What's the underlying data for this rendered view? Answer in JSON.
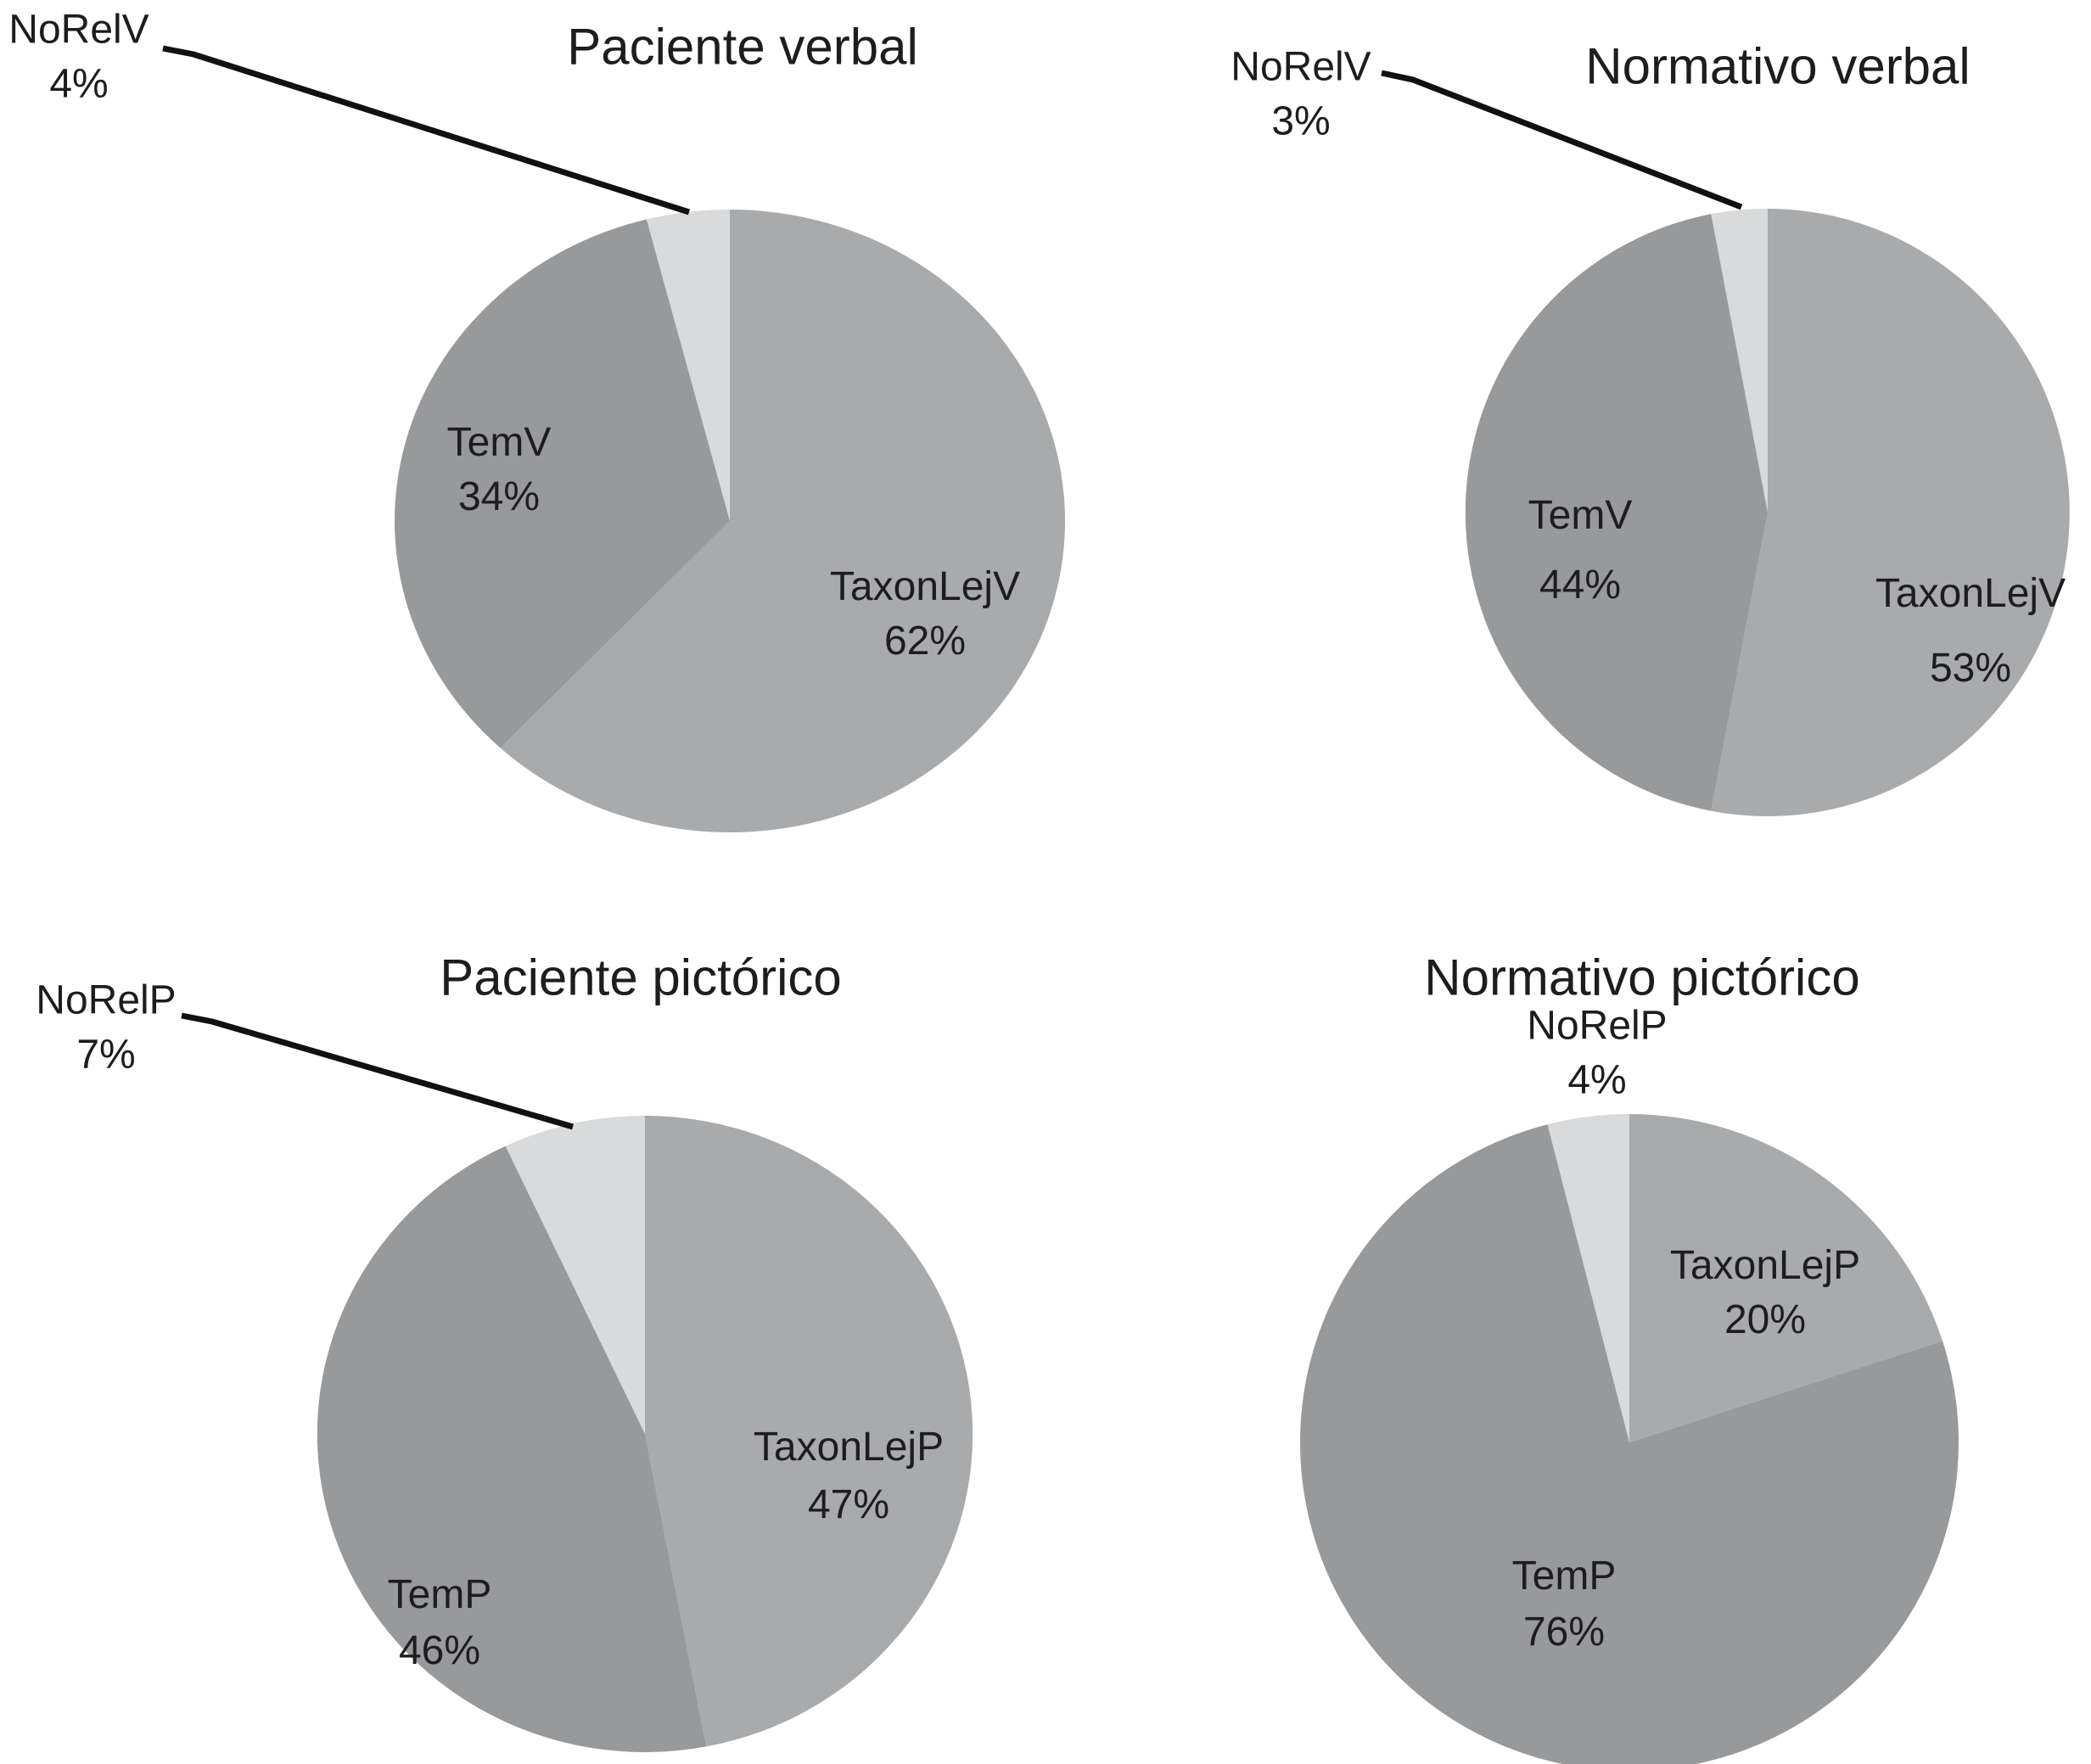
{
  "figure": {
    "background": "#ffffff",
    "text_color": "#1d1d1f",
    "leader_line_color": "#111111"
  },
  "colors": {
    "taxonlej": "#a8aaac",
    "tem": "#97999b",
    "norel": "#d9dadb"
  },
  "chart_data": [
    {
      "type": "pie",
      "title": "Paciente verbal",
      "start_angle_deg": 0,
      "direction": "clockwise",
      "legend": "none",
      "slices": [
        {
          "label": "TaxonLejV",
          "value_pct": 62,
          "pct_text": "62%",
          "color_key": "taxonlej",
          "label_placement": "inside"
        },
        {
          "label": "TemV",
          "value_pct": 34,
          "pct_text": "34%",
          "color_key": "tem",
          "label_placement": "inside"
        },
        {
          "label": "NoRelV",
          "value_pct": 4,
          "pct_text": "4%",
          "color_key": "norel",
          "label_placement": "outside-callout"
        }
      ]
    },
    {
      "type": "pie",
      "title": "Normativo verbal",
      "start_angle_deg": 0,
      "direction": "clockwise",
      "legend": "none",
      "slices": [
        {
          "label": "TaxonLejV",
          "value_pct": 53,
          "pct_text": "53%",
          "color_key": "taxonlej",
          "label_placement": "inside"
        },
        {
          "label": "TemV",
          "value_pct": 44,
          "pct_text": "44%",
          "color_key": "tem",
          "label_placement": "inside"
        },
        {
          "label": "NoRelV",
          "value_pct": 3,
          "pct_text": "3%",
          "color_key": "norel",
          "label_placement": "outside-callout"
        }
      ]
    },
    {
      "type": "pie",
      "title": "Paciente pictórico",
      "start_angle_deg": 0,
      "direction": "clockwise",
      "legend": "none",
      "slices": [
        {
          "label": "TaxonLejP",
          "value_pct": 47,
          "pct_text": "47%",
          "color_key": "taxonlej",
          "label_placement": "inside"
        },
        {
          "label": "TemP",
          "value_pct": 46,
          "pct_text": "46%",
          "color_key": "tem",
          "label_placement": "inside"
        },
        {
          "label": "NoRelP",
          "value_pct": 7,
          "pct_text": "7%",
          "color_key": "norel",
          "label_placement": "outside-callout"
        }
      ]
    },
    {
      "type": "pie",
      "title": "Normativo pictórico",
      "start_angle_deg": 0,
      "direction": "clockwise",
      "legend": "none",
      "slices": [
        {
          "label": "TaxonLejP",
          "value_pct": 20,
          "pct_text": "20%",
          "color_key": "taxonlej",
          "label_placement": "inside"
        },
        {
          "label": "TemP",
          "value_pct": 76,
          "pct_text": "76%",
          "color_key": "tem",
          "label_placement": "inside"
        },
        {
          "label": "NoRelP",
          "value_pct": 4,
          "pct_text": "4%",
          "color_key": "norel",
          "label_placement": "outside-above"
        }
      ]
    }
  ]
}
